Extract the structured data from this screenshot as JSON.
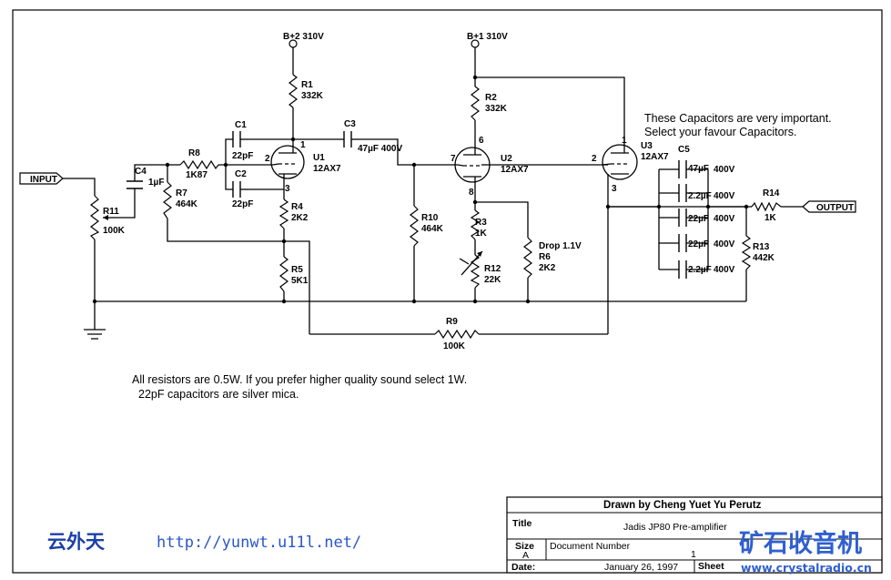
{
  "supplies": {
    "b2": "B+2 310V",
    "b1": "B+1 310V"
  },
  "ports": {
    "input": "INPUT",
    "output": "OUTPUT"
  },
  "tubes": {
    "u1": {
      "name": "U1",
      "type": "12AX7",
      "pins": [
        "1",
        "2",
        "3"
      ]
    },
    "u2": {
      "name": "U2",
      "type": "12AX7",
      "pins": [
        "6",
        "7",
        "8"
      ]
    },
    "u3": {
      "name": "U3",
      "type": "12AX7",
      "pins": [
        "1",
        "2",
        "3"
      ]
    }
  },
  "resistors": {
    "r1": {
      "name": "R1",
      "value": "332K"
    },
    "r2": {
      "name": "R2",
      "value": "332K"
    },
    "r3": {
      "name": "R3",
      "value": "1K"
    },
    "r4": {
      "name": "R4",
      "value": "2K2"
    },
    "r5": {
      "name": "R5",
      "value": "5K1"
    },
    "r6": {
      "name": "R6",
      "value": "2K2",
      "note": "Drop 1.1V"
    },
    "r7": {
      "name": "R7",
      "value": "464K"
    },
    "r8": {
      "name": "R8",
      "value": "1K87"
    },
    "r9": {
      "name": "R9",
      "value": "100K"
    },
    "r10": {
      "name": "R10",
      "value": "464K"
    },
    "r11": {
      "name": "R11",
      "value": "100K"
    },
    "r12": {
      "name": "R12",
      "value": "22K"
    },
    "r13": {
      "name": "R13",
      "value": "442K"
    },
    "r14": {
      "name": "R14",
      "value": "1K"
    }
  },
  "capacitors": {
    "c1": {
      "name": "C1",
      "value": "22pF"
    },
    "c2": {
      "name": "C2",
      "value": "22pF"
    },
    "c3": {
      "name": "C3",
      "value": "47µF 400V"
    },
    "c4": {
      "name": "C4",
      "value": "1µF"
    },
    "c5": {
      "name": "C5"
    },
    "bank": [
      {
        "value": "47µF",
        "voltage": "400V"
      },
      {
        "value": "2.2µF",
        "voltage": "400V"
      },
      {
        "value": "22µF",
        "voltage": "400V"
      },
      {
        "value": "22µF",
        "voltage": "400V"
      },
      {
        "value": "2.2µF",
        "voltage": "400V"
      }
    ]
  },
  "caps_note": [
    "These Capacitors are very important.",
    "Select your favour Capacitors."
  ],
  "notes": [
    "All resistors are 0.5W. If you prefer higher quality sound select 1W.",
    "22pF capacitors are silver mica."
  ],
  "title_block": {
    "drawn_by": "Drawn by Cheng Yuet Yu Perutz",
    "title_label": "Title",
    "title": "Jadis   JP80  Pre-amplifier",
    "size_label": "Size",
    "size": "A",
    "docnum_label": "Document Number",
    "docnum": "1",
    "date_label": "Date:",
    "date": "January  26,  1997",
    "sheet_label": "Sheet"
  },
  "watermark_left": {
    "cn": "云外天",
    "url": "http://yunwt.u11l.net/"
  },
  "watermark_right": {
    "cn": "矿石收音机",
    "url": "www.crystalradio.cn"
  }
}
